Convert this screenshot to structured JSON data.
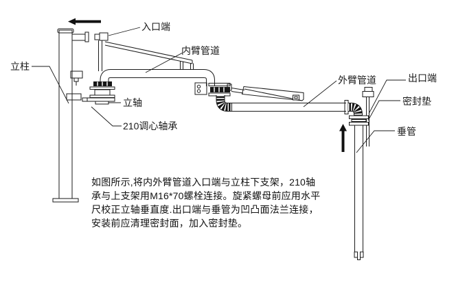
{
  "diagram": {
    "labels": {
      "column": "立柱",
      "inlet_end": "入口端",
      "inner_arm_pipe": "内臂管道",
      "vertical_shaft": "立轴",
      "bearing_210": "210调心轴承",
      "outer_arm_pipe": "外臂管道",
      "outlet_end": "出口端",
      "gasket": "密封垫",
      "drop_pipe": "垂管"
    },
    "notes": {
      "line1": "如图所示,将内外臂管道入口端与立柱下支架，210轴",
      "line2": "承与上支架用M16*70螺栓连接。旋紧螺母前应用水平",
      "line3": "尺校正立轴垂直度.出口端与垂管为凹凸面法兰连接，",
      "line4": "安装前应清理密封面，加入密封垫。"
    },
    "colors": {
      "line": "#1a1a1a",
      "background": "#ffffff"
    }
  }
}
